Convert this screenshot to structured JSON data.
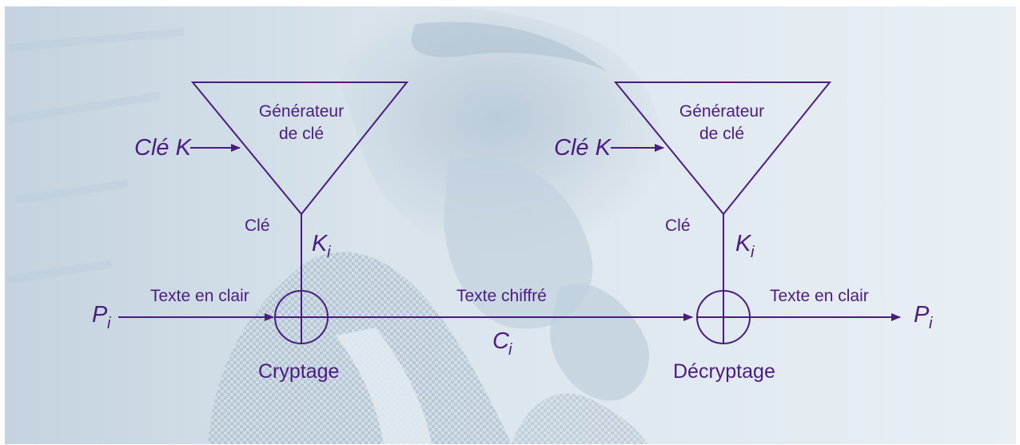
{
  "colors": {
    "ink": "#4a1c82",
    "background_light": "#e4ecf2",
    "background_mid": "#c9d7e3",
    "background_dark": "#8fa3b6"
  },
  "background": {
    "icon": "photo-man-on-telephone"
  },
  "left": {
    "generator_line1": "Générateur",
    "generator_line2": "de clé",
    "key_input": "Clé K",
    "key_label": "Clé",
    "key_symbol": "K",
    "key_subscript": "i",
    "plaintext_symbol": "P",
    "plaintext_subscript": "i",
    "plaintext_label": "Texte en clair",
    "operation_label": "Cryptage"
  },
  "middle": {
    "ciphertext_label": "Texte chiffré",
    "ciphertext_symbol": "C",
    "ciphertext_subscript": "i"
  },
  "right": {
    "generator_line1": "Générateur",
    "generator_line2": "de clé",
    "key_input": "Clé K",
    "key_label": "Clé",
    "key_symbol": "K",
    "key_subscript": "i",
    "plaintext_label": "Texte en clair",
    "plaintext_symbol": "P",
    "plaintext_subscript": "i",
    "operation_label": "Décryptage"
  }
}
